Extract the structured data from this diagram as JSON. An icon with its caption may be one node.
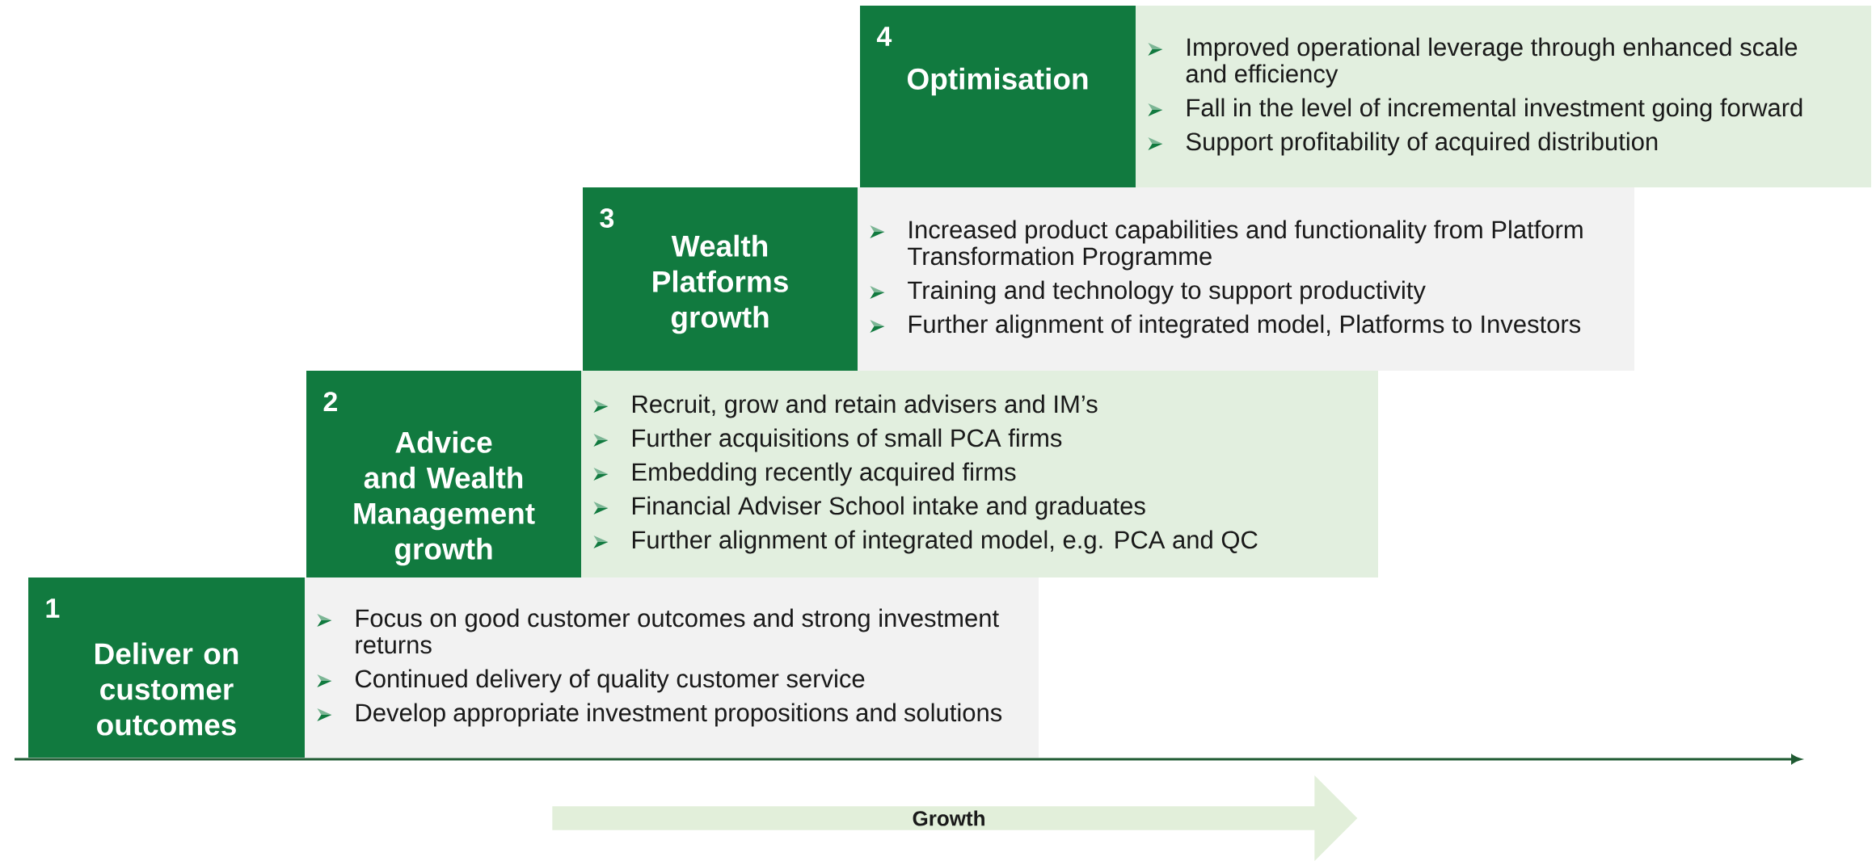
{
  "diagram": {
    "nodes": [
      {
        "text": [
          "1",
          "Deliver on customer outcomes"
        ]
      },
      {
        "text": [
          "Focus on good customer outcomes and strong investment returns",
          "Continued delivery of quality customer service",
          "Develop appropriate investment propositions and solutions"
        ]
      },
      {
        "text": [
          "2",
          "Advice and Wealth Management growth"
        ]
      },
      {
        "text": [
          "Recruit, grow and retain advisers and IM’s",
          "Further acquisitions of small PCA firms",
          "Embedding recently acquired firms",
          "Financial Adviser School intake and graduates",
          "Further alignment of integrated model, e.g. PCA and QC"
        ]
      },
      {
        "text": [
          "3",
          "Wealth Platforms growth"
        ]
      },
      {
        "text": [
          "Increased product capabilities and functionality from Platform Transformation Programme",
          "Training and technology to support productivity",
          "Further alignment of integrated model, Platforms to Investors"
        ]
      },
      {
        "text": [
          "4",
          "Optimisation"
        ]
      },
      {
        "text": [
          "Improved operational leverage through enhanced scale and efficiency",
          "Fall in the level of incremental investment going forward",
          "Support profitability of acquired distribution"
        ]
      },
      {
        "text": [
          "Growth"
        ]
      }
    ]
  }
}
